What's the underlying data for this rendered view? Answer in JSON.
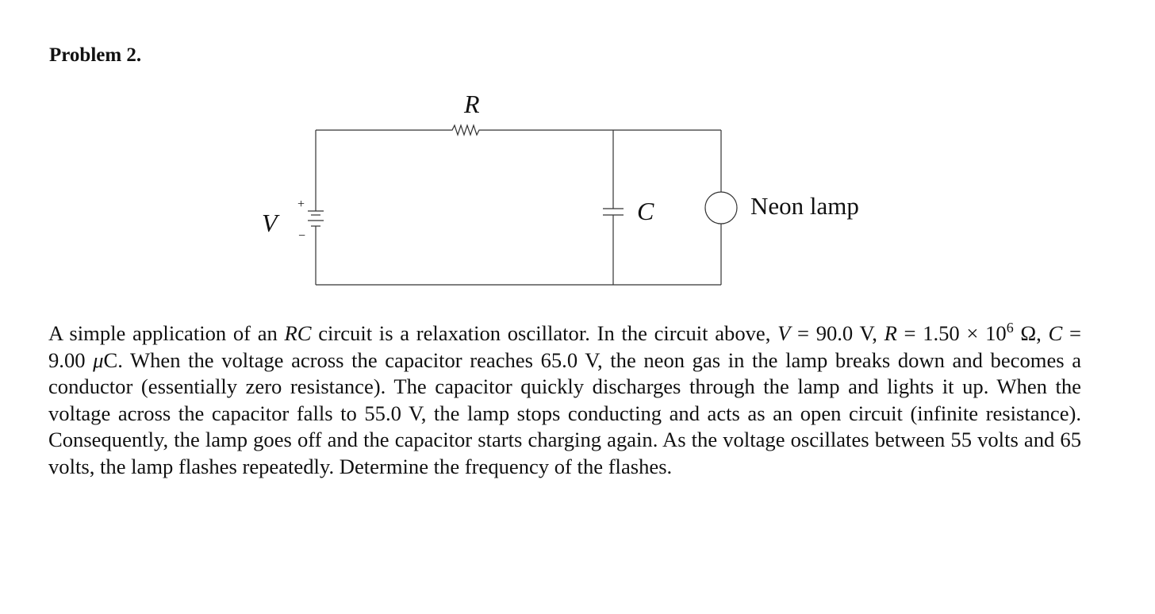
{
  "heading": "Problem 2.",
  "circuit": {
    "labels": {
      "resistor": "R",
      "source": "V",
      "capacitor": "C",
      "lamp": "Neon lamp",
      "plus": "+",
      "minus": "−"
    }
  },
  "paragraph": {
    "s1": "A simple application of an ",
    "rc": "RC",
    "s2": " circuit is a relaxation oscillator. In the circuit above, ",
    "v_sym": "V",
    "v_val": " = 90.0 V, ",
    "r_sym": "R",
    "r_val": " = 1.50 × 10",
    "r_exp": "6",
    "r_unit": " Ω, ",
    "c_sym": "C",
    "c_val": " = 9.00 ",
    "c_mu": "μ",
    "c_unit": "C. When the voltage across the capacitor reaches 65.0 V, the neon gas in the lamp breaks down and becomes a conductor (essentially zero resistance). The capacitor quickly discharges through the lamp and lights it up. When the voltage across the capacitor falls to 55.0 V, the lamp stops conducting and acts as an open circuit (infinite resistance). Consequently, the lamp goes off and the capacitor starts charging again. As the voltage oscillates between 55 volts and 65 volts, the lamp flashes repeatedly. Determine the frequency of the flashes."
  }
}
